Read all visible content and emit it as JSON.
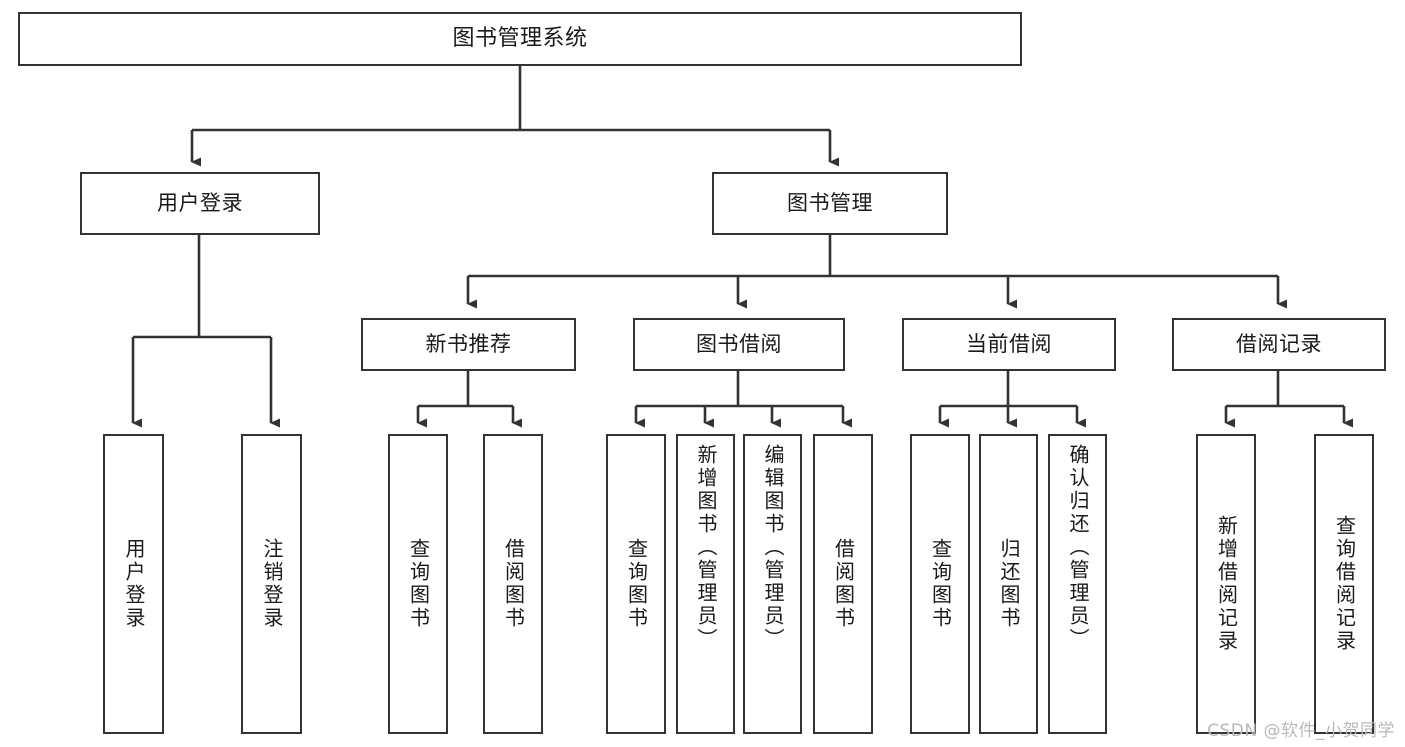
{
  "diagram": {
    "title": "图书管理系统",
    "type": "tree-hierarchy",
    "watermark": "CSDN @软件_小贺同学",
    "colors": {
      "background": "#ffffff",
      "node_border": "#333333",
      "node_fill": "#ffffff",
      "text": "#1a1a1a",
      "edge": "#333333",
      "watermark": "#b9b9b9"
    },
    "root": {
      "label": "图书管理系统"
    },
    "level2": [
      {
        "label": "用户登录"
      },
      {
        "label": "图书管理"
      }
    ],
    "level3": [
      {
        "label": "新书推荐"
      },
      {
        "label": "图书借阅"
      },
      {
        "label": "当前借阅"
      },
      {
        "label": "借阅记录"
      }
    ],
    "leaves_user_login": [
      {
        "label": "用户登录"
      },
      {
        "label": "注销登录"
      }
    ],
    "leaves_new_book": [
      {
        "label": "查询图书"
      },
      {
        "label": "借阅图书"
      }
    ],
    "leaves_borrow": [
      {
        "label": "查询图书"
      },
      {
        "label": "新增图书（管理员）"
      },
      {
        "label": "编辑图书（管理员）"
      },
      {
        "label": "借阅图书"
      }
    ],
    "leaves_current": [
      {
        "label": "查询图书"
      },
      {
        "label": "归还图书"
      },
      {
        "label": "确认归还（管理员）"
      }
    ],
    "leaves_records": [
      {
        "label": "新增借阅记录"
      },
      {
        "label": "查询借阅记录"
      }
    ]
  }
}
